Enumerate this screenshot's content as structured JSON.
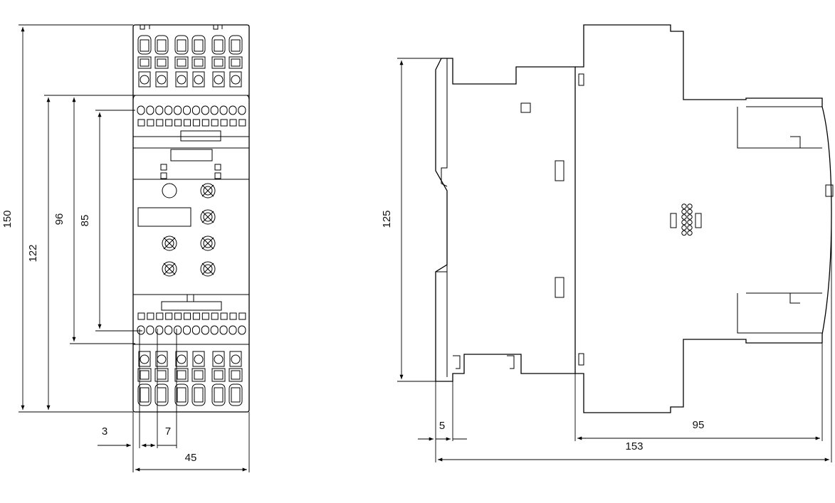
{
  "dimensions": {
    "front_view": {
      "total_height": "150",
      "height_122": "122",
      "height_96": "96",
      "height_85": "85",
      "offset_3": "3",
      "pitch_7": "7",
      "width_45": "45"
    },
    "side_view": {
      "height_125": "125",
      "offset_5": "5",
      "depth_95": "95",
      "depth_153": "153"
    }
  },
  "colors": {
    "line": "#000000",
    "background": "#ffffff"
  }
}
